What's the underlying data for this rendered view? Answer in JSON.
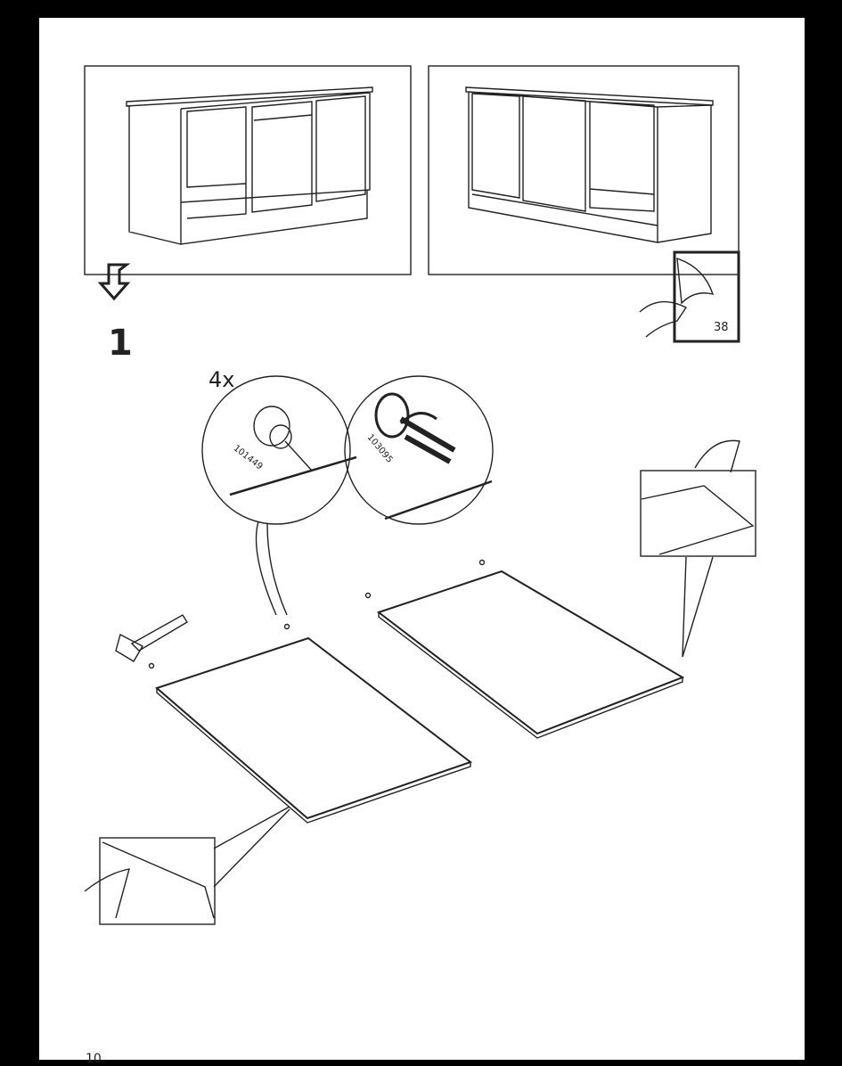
{
  "step": {
    "number": "1",
    "quantity": "4x"
  },
  "parts": [
    {
      "id": "101449"
    },
    {
      "id": "103095"
    }
  ],
  "see_page": "38",
  "page_number": "10",
  "colors": {
    "background": "#000000",
    "page": "#ffffff",
    "ink": "#222222"
  }
}
